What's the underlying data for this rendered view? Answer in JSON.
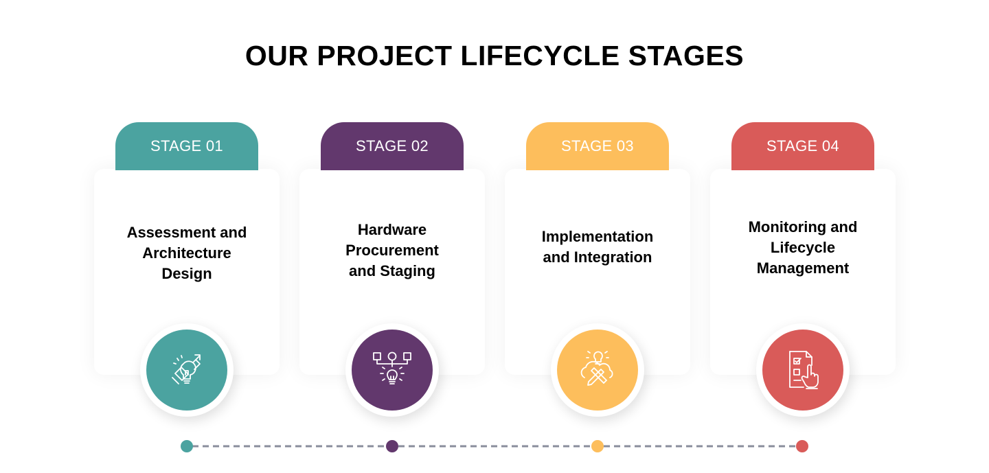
{
  "title": "OUR PROJECT LIFECYCLE STAGES",
  "stages": [
    {
      "tab_label": "STAGE 01",
      "name": "Assessment and\nArchitecture\nDesign",
      "color": "#4BA3A0",
      "icon": "lightbulb-growth-icon"
    },
    {
      "tab_label": "STAGE 02",
      "name": "Hardware\nProcurement\nand Staging",
      "color": "#62386D",
      "icon": "lightbulb-network-icon"
    },
    {
      "tab_label": "STAGE 03",
      "name": "Implementation\nand Integration",
      "color": "#FDBE5C",
      "icon": "cloud-tools-icon"
    },
    {
      "tab_label": "STAGE 04",
      "name": "Monitoring and\nLifecycle\nManagement",
      "color": "#D95B59",
      "icon": "checklist-hand-icon"
    }
  ],
  "timeline_color": "#8A8E9C"
}
